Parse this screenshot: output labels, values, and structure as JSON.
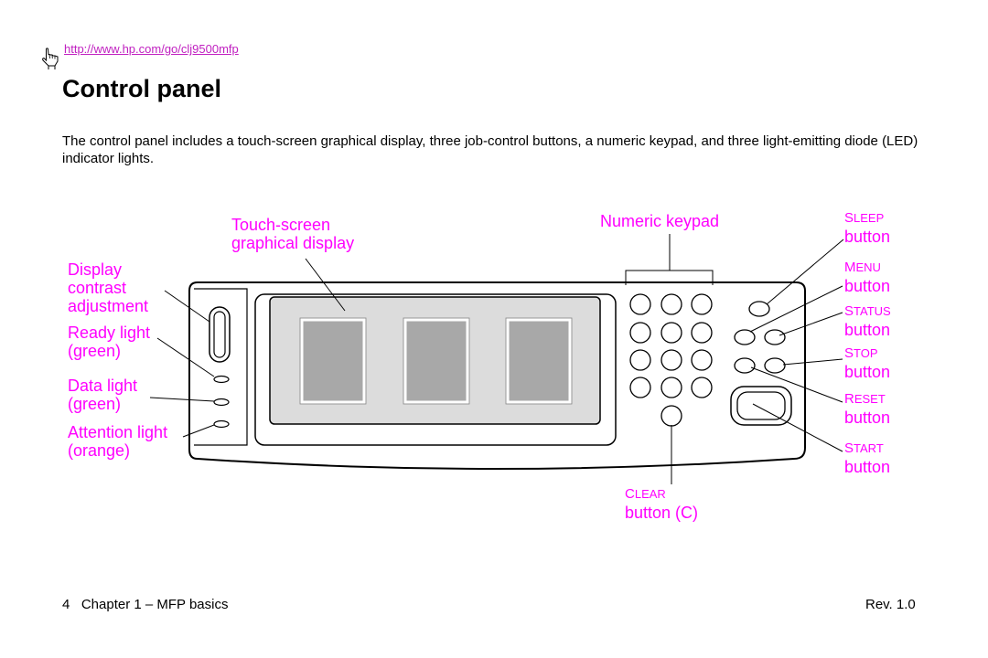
{
  "header": {
    "url": "http://www.hp.com/go/clj9500mfp",
    "title": "Control panel"
  },
  "intro": "The control panel includes a touch-screen graphical display, three job-control buttons, a numeric keypad, and three light-emitting diode (LED) indicator lights.",
  "callouts": {
    "touchscreen": [
      "Touch-screen",
      "graphical display"
    ],
    "numeric_keypad": "Numeric keypad",
    "display_contrast": [
      "Display",
      "contrast",
      "adjustment"
    ],
    "ready_light": [
      "Ready light",
      "(green)"
    ],
    "data_light": [
      "Data light",
      "(green)"
    ],
    "attention_light": [
      "Attention light",
      "(orange)"
    ],
    "sleep": {
      "first": "S",
      "rest": "LEEP",
      "suffix": "button"
    },
    "menu": {
      "first": "M",
      "rest": "ENU",
      "suffix": "button"
    },
    "status": {
      "first": "S",
      "rest": "TATUS",
      "suffix": "button"
    },
    "stop": {
      "first": "S",
      "rest": "TOP",
      "suffix": "button"
    },
    "reset": {
      "first": "R",
      "rest": "ESET",
      "suffix": "button"
    },
    "start": {
      "first": "S",
      "rest": "TART",
      "suffix": "button"
    },
    "clear": {
      "first": "C",
      "rest": "LEAR",
      "suffix": "button (C)"
    }
  },
  "footer": {
    "left": "4   Chapter 1 – MFP basics",
    "right": "Rev. 1.0"
  },
  "colors": {
    "callout": "#ff00ff",
    "screen_fill": "#dcdcdc",
    "window_fill": "#a8a8a8",
    "panel_outline": "#000000"
  },
  "icons": {
    "hand": "pointing-hand-icon"
  }
}
